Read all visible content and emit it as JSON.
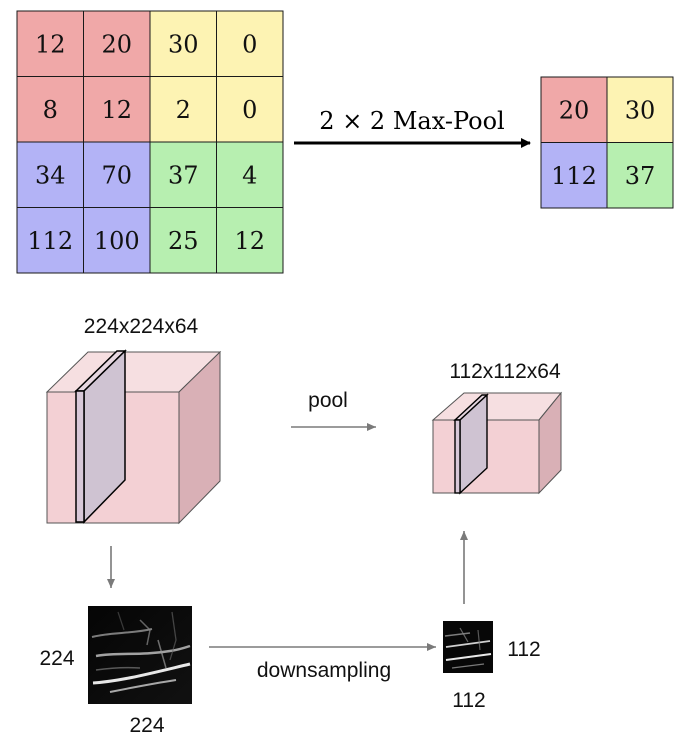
{
  "colors": {
    "red": "#f0a8a8",
    "yellow": "#fdf3b3",
    "blue": "#b3b3f6",
    "green": "#b7efb0",
    "cube_front": "#f3d0d4",
    "cube_top": "#f6dfe1",
    "cube_side": "#d9b0b6",
    "slab": "#cfc3d2",
    "arrow": "#7a7a7a"
  },
  "input_grid": [
    [
      {
        "v": "12",
        "c": "red"
      },
      {
        "v": "20",
        "c": "red"
      },
      {
        "v": "30",
        "c": "yellow"
      },
      {
        "v": "0",
        "c": "yellow"
      }
    ],
    [
      {
        "v": "8",
        "c": "red"
      },
      {
        "v": "12",
        "c": "red"
      },
      {
        "v": "2",
        "c": "yellow"
      },
      {
        "v": "0",
        "c": "yellow"
      }
    ],
    [
      {
        "v": "34",
        "c": "blue"
      },
      {
        "v": "70",
        "c": "blue"
      },
      {
        "v": "37",
        "c": "green"
      },
      {
        "v": "4",
        "c": "green"
      }
    ],
    [
      {
        "v": "112",
        "c": "blue"
      },
      {
        "v": "100",
        "c": "blue"
      },
      {
        "v": "25",
        "c": "green"
      },
      {
        "v": "12",
        "c": "green"
      }
    ]
  ],
  "output_grid": [
    [
      {
        "v": "20",
        "c": "red"
      },
      {
        "v": "30",
        "c": "yellow"
      }
    ],
    [
      {
        "v": "112",
        "c": "blue"
      },
      {
        "v": "37",
        "c": "green"
      }
    ]
  ],
  "pool_arrow_label": "2 × 2 Max-Pool",
  "big_volume_label": "224x224x64",
  "small_volume_label": "112x112x64",
  "pool_label": "pool",
  "downsampling_label": "downsampling",
  "big_map_height_label": "224",
  "big_map_width_label": "224",
  "small_map_height_label": "112",
  "small_map_width_label": "112"
}
